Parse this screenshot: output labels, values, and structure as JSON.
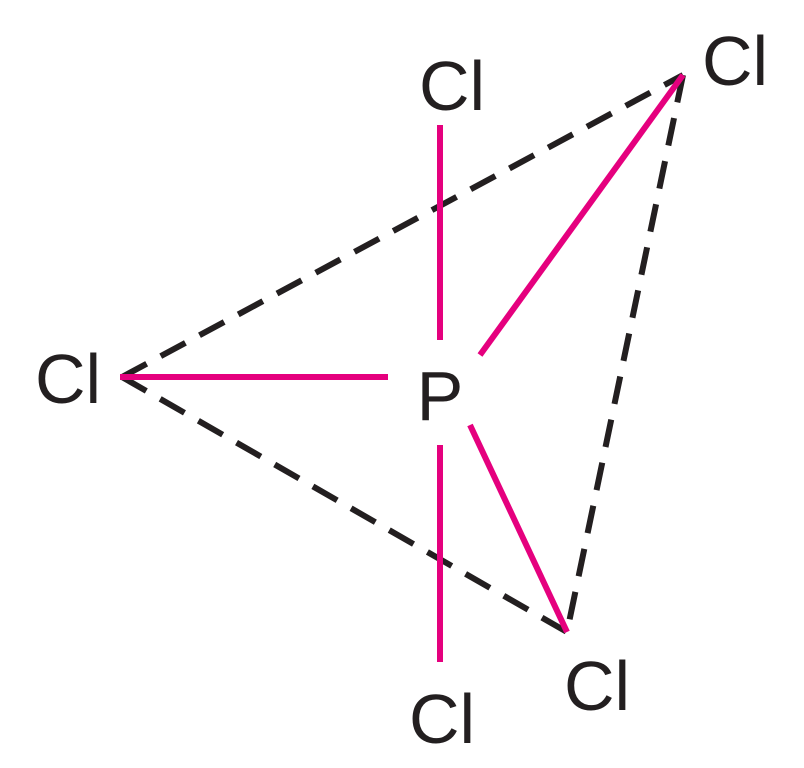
{
  "atoms": {
    "center": "P",
    "axial_top": "Cl",
    "axial_bottom": "Cl",
    "equatorial_left": "Cl",
    "equatorial_top_right": "Cl",
    "equatorial_bottom_right": "Cl"
  },
  "colors": {
    "bond": "#e5007e",
    "dashed_edge": "#231f20",
    "text": "#231f20"
  }
}
